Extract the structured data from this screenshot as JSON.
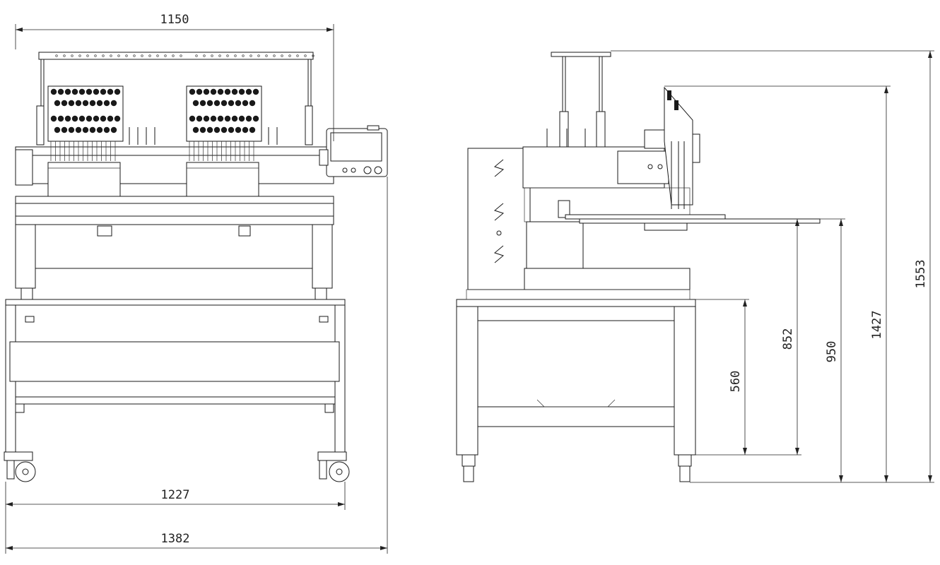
{
  "dimensions": {
    "front_top_width": "1150",
    "front_base_width": "1227",
    "front_overall_width": "1382",
    "side_table_height": "560",
    "side_tray_height": "852",
    "side_work_height": "950",
    "side_head_height": "1427",
    "side_overall_height": "1553"
  },
  "colors": {
    "line": "#1a1a1a",
    "background": "#ffffff"
  }
}
